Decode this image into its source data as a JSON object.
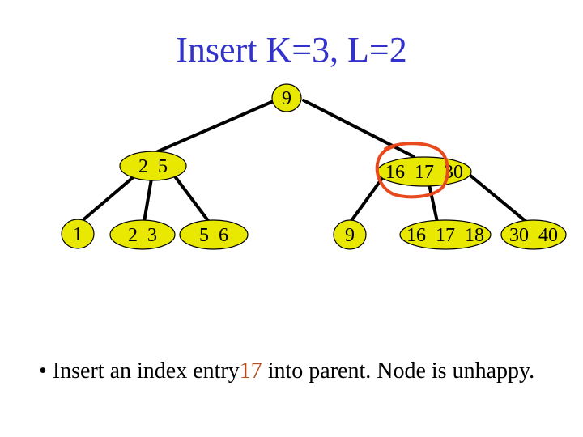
{
  "slide": {
    "title": "Insert K=3, L=2",
    "bullet": {
      "marker": "•",
      "before": "Insert an index entry",
      "highlight": "17",
      "after": " into parent.  Node is unhappy."
    }
  },
  "colors": {
    "title": "#3333cc",
    "node_fill": "#e8e800",
    "node_stroke": "#000000",
    "edge": "#000000",
    "highlight_circle": "#e84a1e",
    "highlight_text": "#b84a1e"
  },
  "tree": {
    "root": {
      "label": "9"
    },
    "internal": [
      {
        "label": "2  5"
      },
      {
        "label": "16  17  30"
      }
    ],
    "leaves": [
      {
        "label": "1"
      },
      {
        "label": "2  3"
      },
      {
        "label": "5  6"
      },
      {
        "label": "9"
      },
      {
        "label": "16  17  18"
      },
      {
        "label": "30  40"
      }
    ]
  }
}
